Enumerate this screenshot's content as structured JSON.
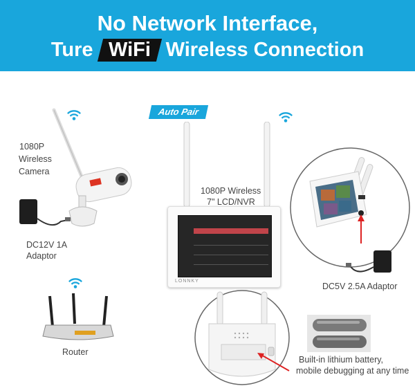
{
  "headline": {
    "line1": "No Network Interface,",
    "line2_prefix": "Ture",
    "line2_badge": "WiFi",
    "line2_suffix": "Wireless Connection"
  },
  "badge": {
    "auto_pair": "Auto Pair"
  },
  "labels": {
    "camera_line1": "1080P",
    "camera_line2": "Wireless",
    "camera_line3": "Camera",
    "camera_adaptor_line1": "DC12V 1A",
    "camera_adaptor_line2": "Adaptor",
    "nvr_line1": "1080P Wireless",
    "nvr_line2": "7\" LCD/NVR",
    "nvr_adaptor": "DC5V 2.5A Adaptor",
    "router": "Router",
    "battery_line1": "Built-in lithium battery,",
    "battery_line2": "mobile debugging at any time"
  },
  "nvr_brand": "LONNKY",
  "colors": {
    "brand_blue": "#19a6dc",
    "banner_text": "#ffffff",
    "menu_highlight": "#c0444a"
  },
  "icons": [
    "wifi-icon",
    "camera-icon",
    "power-adaptor-icon",
    "router-icon",
    "nvr-monitor-icon",
    "battery-icon"
  ]
}
